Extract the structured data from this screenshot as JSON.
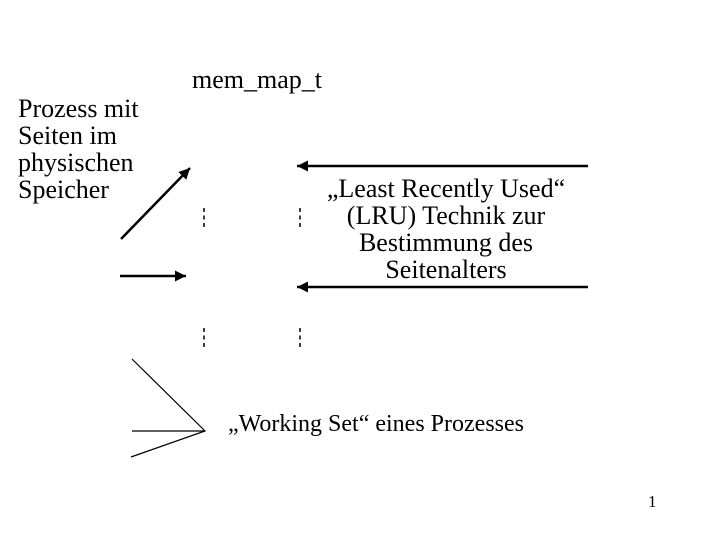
{
  "slide": {
    "colors": {
      "ink": "#000000",
      "paper": "#ffffff"
    },
    "title": "mem_map_t",
    "process_label": {
      "lines": [
        "Prozess mit",
        "Seiten im",
        "physischen",
        "Speicher"
      ]
    },
    "lru_label": {
      "lines": [
        "„Least Recently Used“",
        "(LRU) Technik zur",
        "Bestimmung des",
        "Seitenalters"
      ]
    },
    "working_set_label": "„Working Set“ eines Prozesses",
    "page_number": "1",
    "diagram": {
      "shapes": [
        "diagonal-up-right-arrow",
        "short-right-arrow",
        "long-left-arrow-top",
        "long-left-arrow-bottom",
        "dashed-ellipsis-column-left",
        "dashed-ellipsis-column-right",
        "working-set-chevron"
      ]
    }
  }
}
